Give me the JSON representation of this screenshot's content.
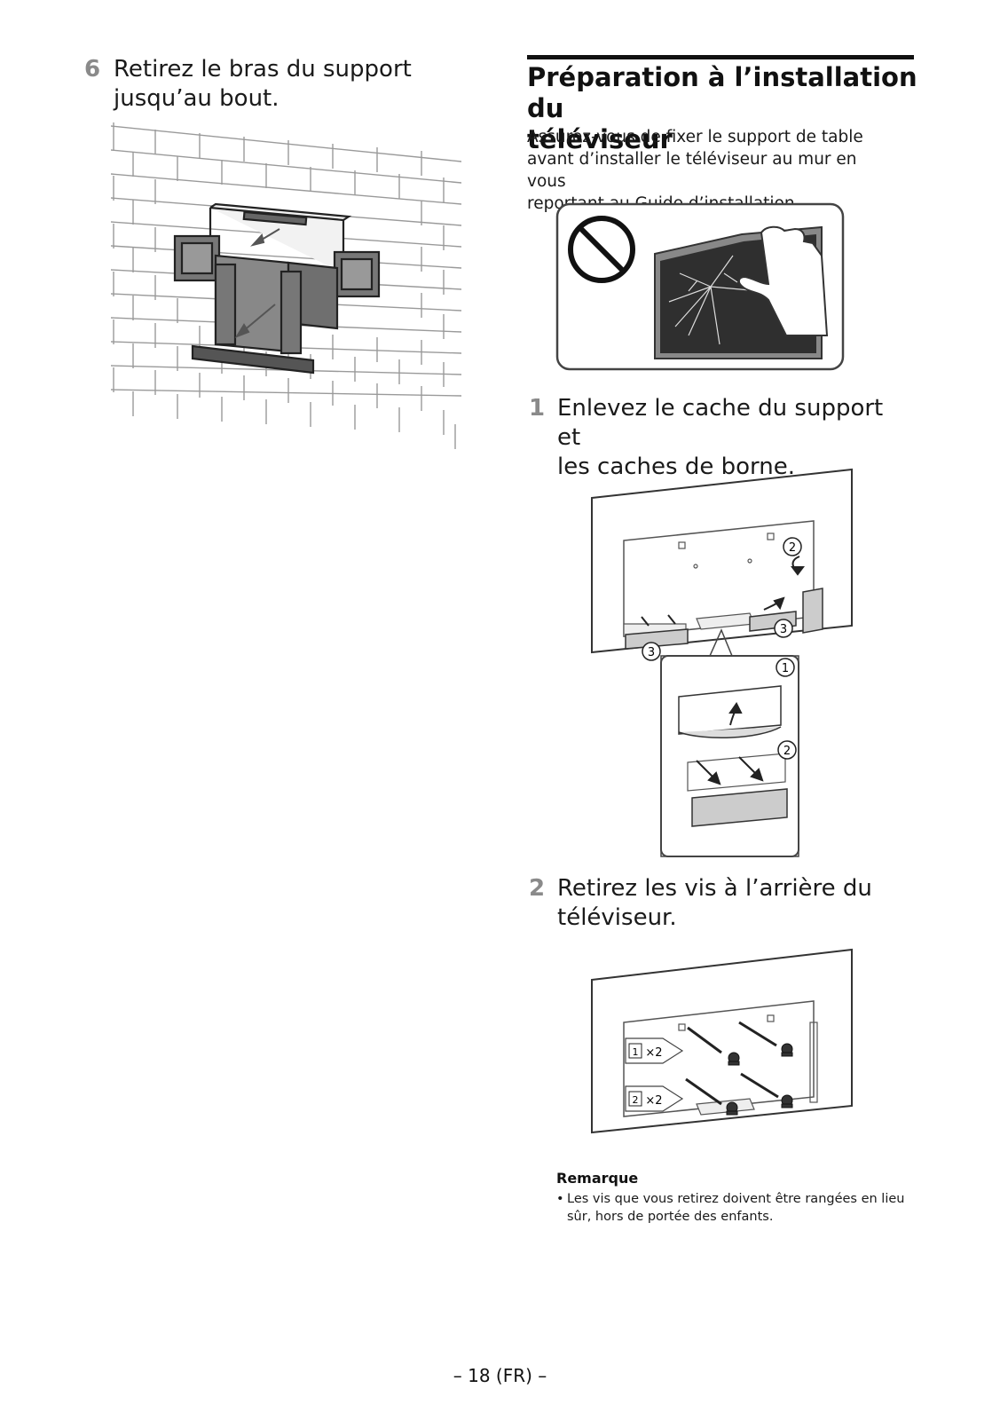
{
  "left": {
    "step6": {
      "number": "6",
      "text_line1": "Retirez le bras du support",
      "text_line2": "jusqu’au bout."
    }
  },
  "right": {
    "section_title_line1": "Préparation à l’installation du",
    "section_title_line2": "téléviseur",
    "intro_line1": "Assurez-vous de fixer le support de table",
    "intro_line2": "avant d’installer le téléviseur au mur en vous",
    "intro_line3": "reportant au Guide d’installation.",
    "step1": {
      "number": "1",
      "text_line1": "Enlevez le cache du support et",
      "text_line2": "les caches de borne."
    },
    "step1_callouts": {
      "c1": "1",
      "c2": "2",
      "c3": "3"
    },
    "step2": {
      "number": "2",
      "text_line1": "Retirez les vis à l’arrière du",
      "text_line2": "téléviseur."
    },
    "step2_callouts": {
      "screw1_label": "1",
      "screw1_count": "×2",
      "screw2_label": "2",
      "screw2_count": "×2"
    },
    "note": {
      "title": "Remarque",
      "bullet": "•",
      "text_line1": "Les vis que vous retirez doivent être rangées en lieu",
      "text_line2": "sûr, hors de portée des enfants."
    }
  },
  "footer": {
    "page_label": "– 18 (FR) –"
  },
  "icons": [
    "prohibited-icon",
    "hand-icon",
    "broken-screen-icon",
    "arrow-icon",
    "screw-icon",
    "wall-bracket-icon"
  ]
}
